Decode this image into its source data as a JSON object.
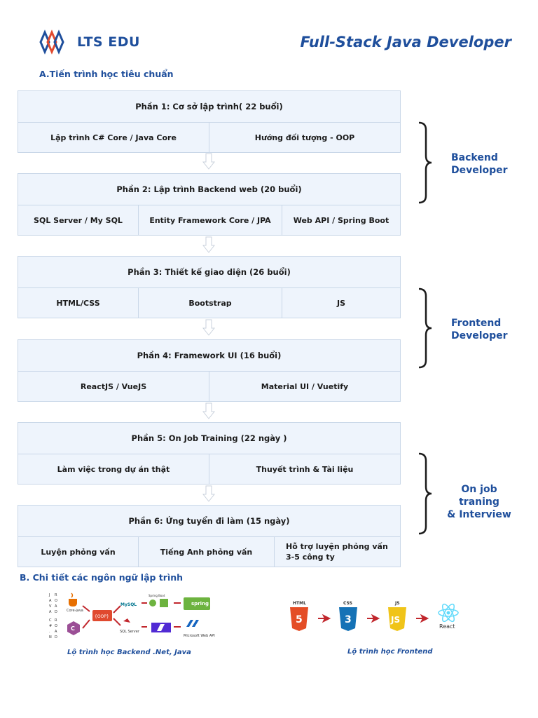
{
  "header": {
    "logo_text": "LTS EDU",
    "title": "Full-Stack Java Developer"
  },
  "section_a": "A.Tiến trình học tiêu chuẩn",
  "section_b": "B. Chi tiết các ngôn ngữ lập trình",
  "parts": [
    {
      "title": "Phần 1: Cơ sở lập trình( 22 buổi)",
      "cells": [
        "Lập trình C# Core / Java Core",
        "Hướng đối tượng - OOP"
      ]
    },
    {
      "title": "Phần 2: Lập trình Backend web (20 buổi)",
      "cells": [
        "SQL Server / My SQL",
        "Entity Framework Core / JPA",
        "Web API / Spring Boot"
      ]
    },
    {
      "title": "Phần 3: Thiết kế giao diện (26 buổi)",
      "cells": [
        "HTML/CSS",
        "Bootstrap",
        "JS"
      ]
    },
    {
      "title": "Phần 4: Framework UI (16 buổi)",
      "cells": [
        "ReactJS / VueJS",
        "Material UI / Vuetify"
      ]
    },
    {
      "title": "Phần 5: On Job Training (22 ngày )",
      "cells": [
        "Làm việc trong dự án thật",
        "Thuyết trình & Tài liệu"
      ]
    },
    {
      "title": "Phần 6: Ứng tuyển đi làm (15 ngày)",
      "cells": [
        "Luyện phỏng vấn",
        "Tiếng Anh phỏng vấn",
        "Hỗ trợ luyện phỏng vấn 3-5 công ty"
      ]
    }
  ],
  "braces": [
    {
      "line1": "Backend",
      "line2": "Developer"
    },
    {
      "line1": "Frontend",
      "line2": "Developer"
    },
    {
      "line1": "On job traning",
      "line2": "& Interview"
    }
  ],
  "backend_flow": {
    "caption": "Lộ trình học Backend .Net, Java",
    "vertical_left": "JAVA",
    "vertical_left2": "C#.NET",
    "oop_label": "{OOP}",
    "mysql": "MySQL",
    "sqlserver": "SQL Server",
    "spring": "spring",
    "spring_small": "Spring Boot",
    "webapi": "Microsoft Web API",
    "core_java": "Core-java"
  },
  "frontend_flow": {
    "caption": "Lộ trình học Frontend",
    "html": "HTML",
    "css": "CSS",
    "js": "JS",
    "react": "React"
  },
  "colors": {
    "brand": "#1f4f9c",
    "block_bg": "#eef4fc",
    "border": "#c9d7e8",
    "arrow_red": "#c1272d",
    "html_orange": "#e44d26",
    "css_blue": "#1572b6",
    "js_yellow": "#f0c419",
    "react_blue": "#61dafb"
  }
}
